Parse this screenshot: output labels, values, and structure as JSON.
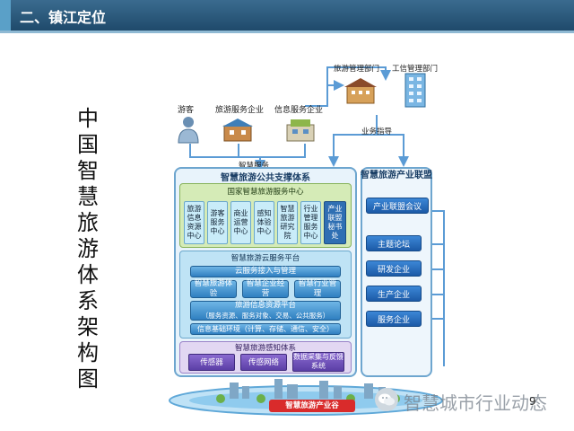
{
  "header": {
    "title": "二、镇江定位"
  },
  "side_title": [
    "中",
    "国",
    "智",
    "慧",
    "旅",
    "游",
    "体",
    "系",
    "架",
    "构",
    "图"
  ],
  "actors": {
    "tourist": "游客",
    "travel_service": "旅游服务企业",
    "info_service": "信息服务企业",
    "smart_service": "智慧服务"
  },
  "departments": {
    "tourism": "旅游管理部门",
    "industry": "工信管理部门",
    "guidance": "业务指导"
  },
  "support": {
    "title": "智慧旅游公共支撑体系",
    "center_title": "国家智慧旅游服务中心",
    "centers": [
      "旅游信息资源中心",
      "游客服务中心",
      "商业运营中心",
      "感知体验中心",
      "智慧旅游研究院",
      "行业管理服务中心",
      "产业联盟秘书处"
    ]
  },
  "cloud": {
    "title": "智慧旅游云服务平台",
    "access": "云服务接入与管理",
    "services": [
      "智慧旅游体验",
      "智慧企业经营",
      "智慧行业管理"
    ],
    "resource_title": "旅游信息资源平台",
    "resource_sub": "（服务资源、服务对象、交易、公共服务）",
    "infra": "信息基础环境（计算、存储、通信、安全）"
  },
  "perception": {
    "title": "智慧旅游感知体系",
    "items": [
      "传感器",
      "传感网络",
      "数据采集与反馈系统"
    ]
  },
  "alliance": {
    "title": "智慧旅游产业联盟",
    "meeting": "产业联盟会议",
    "items": [
      "主题论坛",
      "研发企业",
      "生产企业",
      "服务企业"
    ]
  },
  "valley": {
    "label": "智慧旅游产业谷"
  },
  "watermark": {
    "text": "智慧城市行业动态"
  },
  "page_number": "9"
}
